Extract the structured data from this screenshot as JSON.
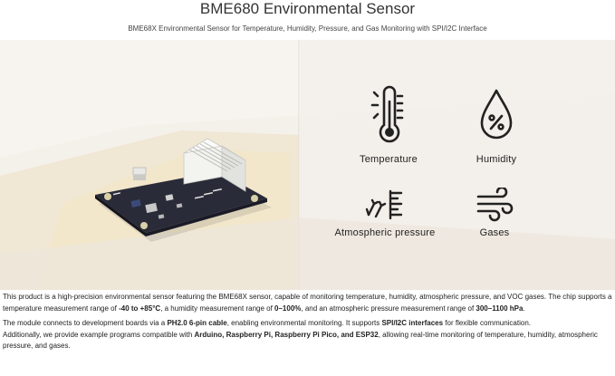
{
  "header": {
    "title": "BME680 Environmental Sensor",
    "subtitle": "BME68X Environmental Sensor for Temperature, Humidity, Pressure, and Gas Monitoring with SPI/I2C Interface"
  },
  "features": [
    {
      "label": "Temperature",
      "icon": "thermometer-icon"
    },
    {
      "label": "Humidity",
      "icon": "humidity-drop-icon"
    },
    {
      "label": "Atmospheric pressure",
      "icon": "pressure-gauge-icon"
    },
    {
      "label": "Gases",
      "icon": "wind-gas-icon"
    }
  ],
  "description": {
    "p1": {
      "t1": "This product is a high-precision environmental sensor featuring the BME68X sensor, capable of monitoring temperature, humidity, atmospheric pressure, and VOC gases. The chip supports a temperature measurement range of ",
      "b1": "-40 to +85°C",
      "t2": ", a humidity measurement range of ",
      "b2": "0–100%",
      "t3": ", and an atmospheric pressure measurement range of ",
      "b3": "300–1100 hPa",
      "t4": "."
    },
    "p2": {
      "t1": "The module connects to development boards via a ",
      "b1": "PH2.0 6-pin cable",
      "t2": ", enabling environmental monitoring. It supports ",
      "b2": "SPI/I2C interfaces",
      "t3": " for flexible communication."
    },
    "p3": {
      "t1": "Additionally, we provide example programs compatible with ",
      "b1": "Arduino, Raspberry Pi, Raspberry Pi Pico, and ESP32",
      "t2": ", allowing real-time monitoring of temperature, humidity, atmospheric pressure, and gases."
    }
  },
  "colors": {
    "background": "#ffffff",
    "wall": "#f3efe9",
    "board": "#1e1f2b",
    "connector": "#e9e9e6"
  }
}
